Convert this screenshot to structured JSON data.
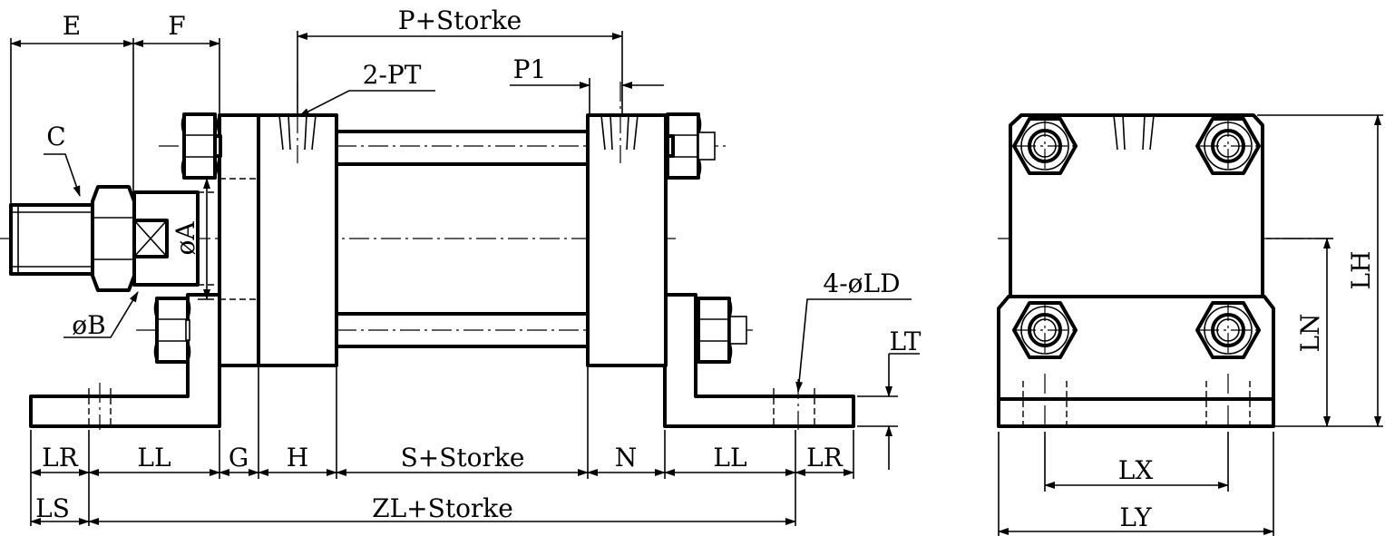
{
  "labels": {
    "E": "E",
    "F": "F",
    "P_stroke": "P+Storke",
    "two_pt": "2-PT",
    "P1": "P1",
    "C": "C",
    "phiA": "øA",
    "phiB": "øB",
    "four_ld": "4-øLD",
    "LT": "LT",
    "LR_left": "LR",
    "LL_left": "LL",
    "G": "G",
    "H": "H",
    "S_stroke": "S+Storke",
    "N": "N",
    "LL_right": "LL",
    "LR_right": "LR",
    "LS": "LS",
    "ZL_stroke": "ZL+Storke",
    "LH": "LH",
    "LN": "LN",
    "LX": "LX",
    "LY": "LY"
  },
  "colors": {
    "line": "#000000",
    "background": "#ffffff"
  }
}
